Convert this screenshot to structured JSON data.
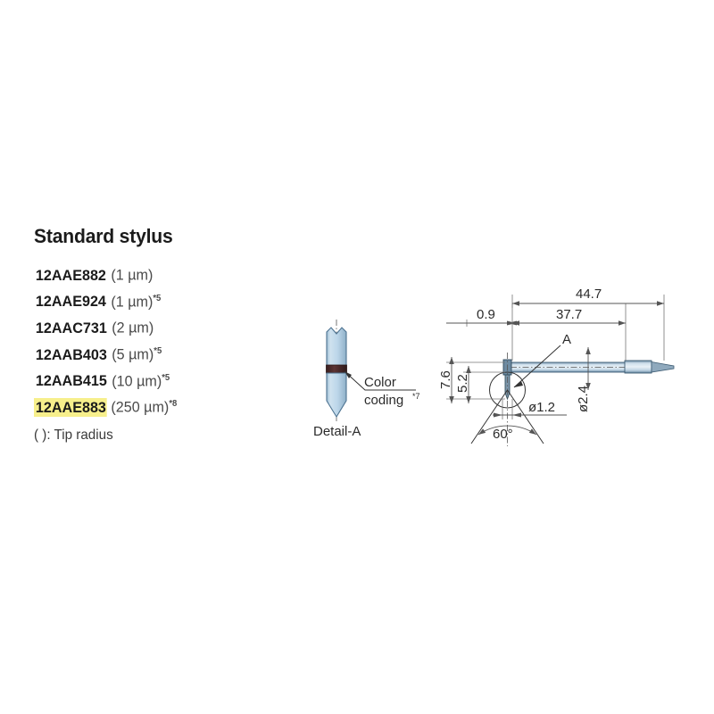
{
  "heading": "Standard stylus",
  "parts": [
    {
      "code": "12AAE882",
      "spec": "(1 µm)",
      "note": "",
      "highlight": false
    },
    {
      "code": "12AAE924",
      "spec": "(1 µm)",
      "note": "*5",
      "highlight": false
    },
    {
      "code": "12AAC731",
      "spec": "(2 µm)",
      "note": "",
      "highlight": false
    },
    {
      "code": "12AAB403",
      "spec": "(5 µm)",
      "note": "*5",
      "highlight": false
    },
    {
      "code": "12AAB415",
      "spec": "(10 µm)",
      "note": "*5",
      "highlight": false
    },
    {
      "code": "12AAE883",
      "spec": "(250 µm)",
      "note": "*8",
      "highlight": true
    }
  ],
  "tip_radius_note": "( ): Tip radius",
  "detail_view": {
    "caption": "Detail-A",
    "callout": "Color",
    "callout2": "coding",
    "callout_sup": "*7"
  },
  "main_view": {
    "detail_marker": "A",
    "dimensions": {
      "total_length": "44.7",
      "shaft_length": "37.7",
      "tip_offset": "0.9",
      "height_outer": "7.6",
      "height_inner": "5.2",
      "tip_diameter": "ø1.2",
      "shaft_diameter": "ø2.4",
      "cone_angle": "60°"
    }
  },
  "colors": {
    "highlight": "#f7ef8c",
    "stylus_body": "#bcd6e9",
    "stylus_edge": "#6f92ad",
    "color_band": "#4a2b2b",
    "dim_line": "#555555",
    "text": "#1b1b1b"
  }
}
